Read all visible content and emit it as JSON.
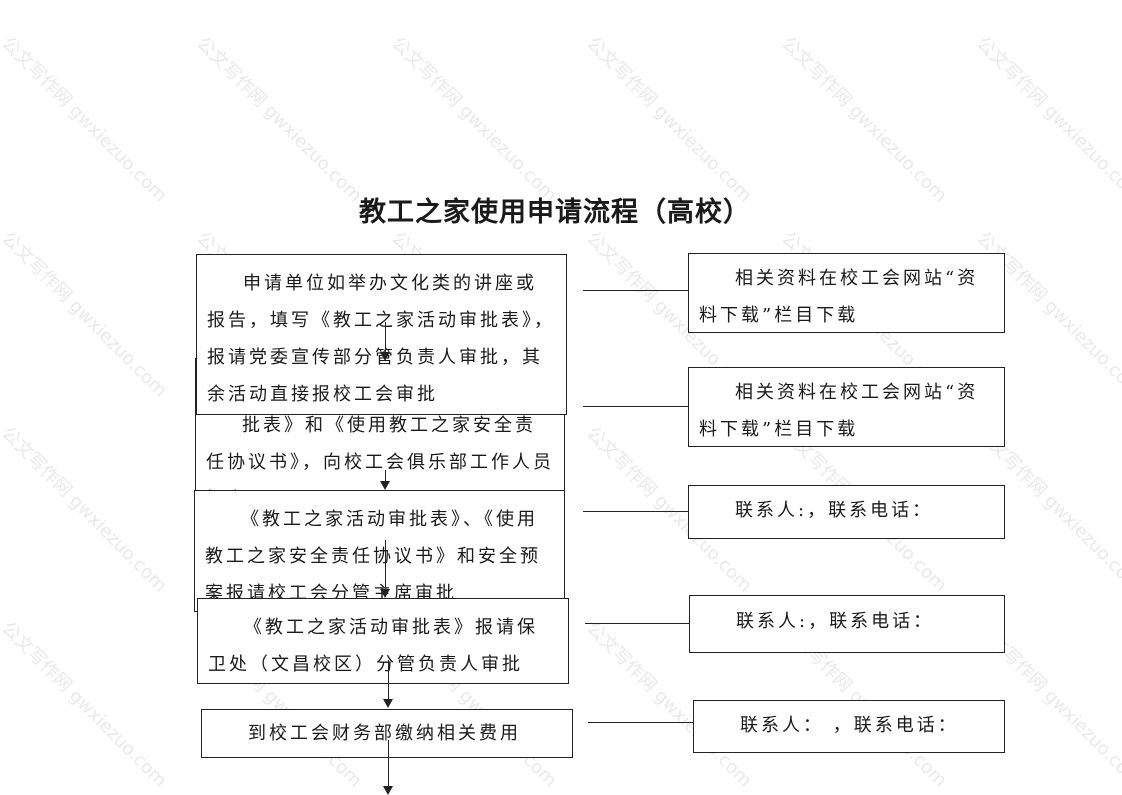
{
  "title": "教工之家使用申请流程（高校）",
  "watermark": "公文写作网 gwxiezuo.com",
  "steps": [
    {
      "text": "申请单位如举办文化类的讲座或报告，填写《教工之家活动审批表》，报请党委宣传部分管负责人审批，其余活动直接报校工会审批"
    },
    {
      "text": "批表》和《使用教工之家安全责任协议书》，向校工会俱乐部工作人员提交"
    },
    {
      "text": "《教工之家活动审批表》、《使用教工之家安全责任协议书》和安全预案报请校工会分管主席审批"
    },
    {
      "text": "《教工之家活动审批表》报请保卫处（文昌校区）分管负责人审批"
    },
    {
      "text": "到校工会财务部缴纳相关费用"
    }
  ],
  "notes": [
    {
      "text": "相关资料在校工会网站“资料下载”栏目下载"
    },
    {
      "text": "相关资料在校工会网站“资料下载”栏目下载"
    },
    {
      "text": "联系人:，联系电话："
    },
    {
      "text": "联系人:，联系电话："
    },
    {
      "text": "联系人：  ，联系电话："
    }
  ]
}
